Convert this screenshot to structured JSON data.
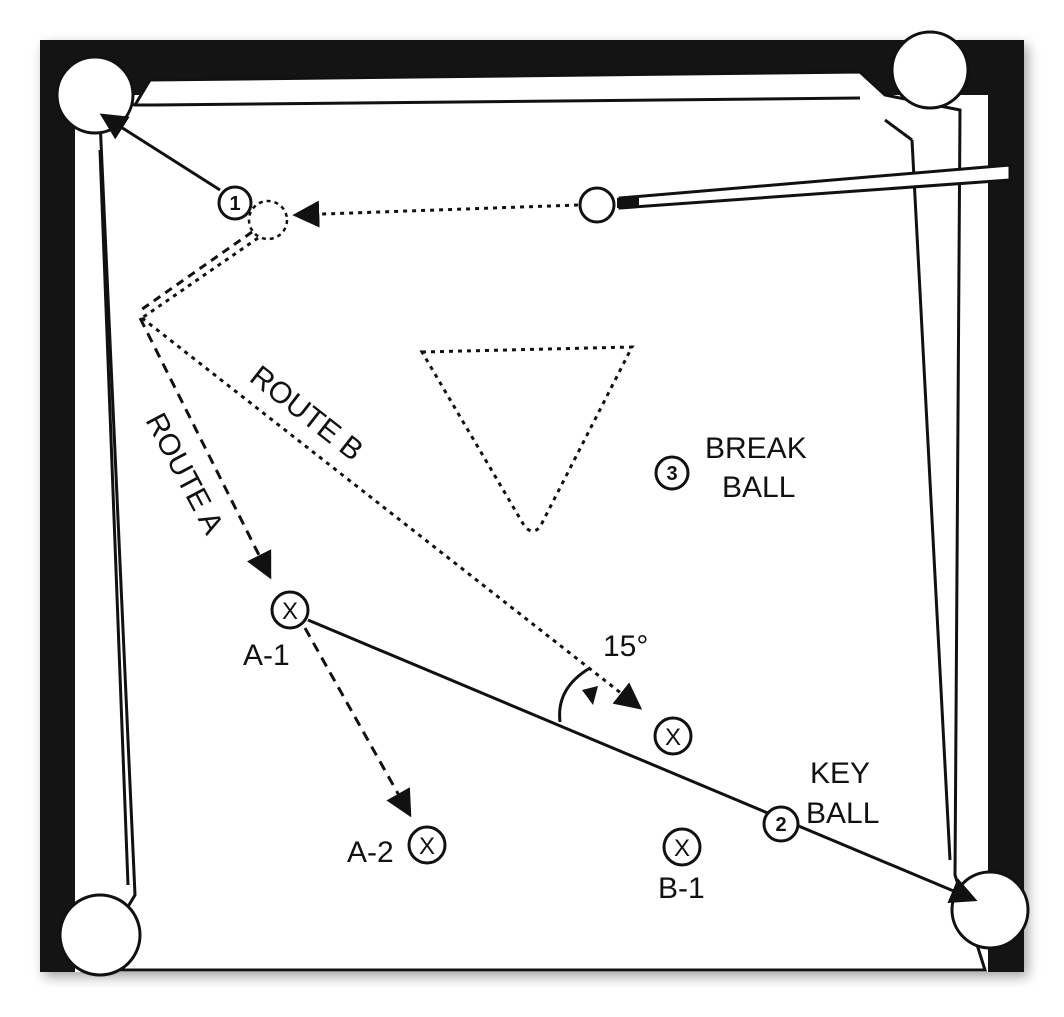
{
  "diagram": {
    "route_a_label": "ROUTE A",
    "route_b_label": "ROUTE B",
    "angle_label": "15°",
    "ball_1": "1",
    "ball_2": "2",
    "ball_3": "3",
    "x_mark": "X",
    "break_ball_line1": "BREAK",
    "break_ball_line2": "BALL",
    "key_ball_line1": "KEY",
    "key_ball_line2": "BALL",
    "a1_label": "A-1",
    "a2_label": "A-2",
    "b1_label": "B-1"
  }
}
